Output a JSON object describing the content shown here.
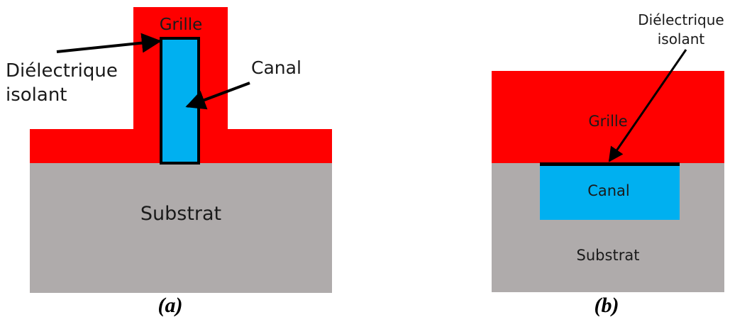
{
  "colors": {
    "gate": "#ff0000",
    "channel": "#00b0f0",
    "substrate": "#afabab",
    "dielectric": "#000000",
    "arrow": "#000000",
    "background": "#ffffff"
  },
  "panel_a": {
    "caption": "(a)",
    "labels": {
      "gate": "Grille",
      "dielectric_line1": "Diélectrique",
      "dielectric_line2": "isolant",
      "channel": "Canal",
      "substrate": "Substrat"
    }
  },
  "panel_b": {
    "caption": "(b)",
    "labels": {
      "dielectric_line1": "Diélectrique",
      "dielectric_line2": "isolant",
      "gate": "Grille",
      "channel": "Canal",
      "substrate": "Substrat"
    }
  }
}
